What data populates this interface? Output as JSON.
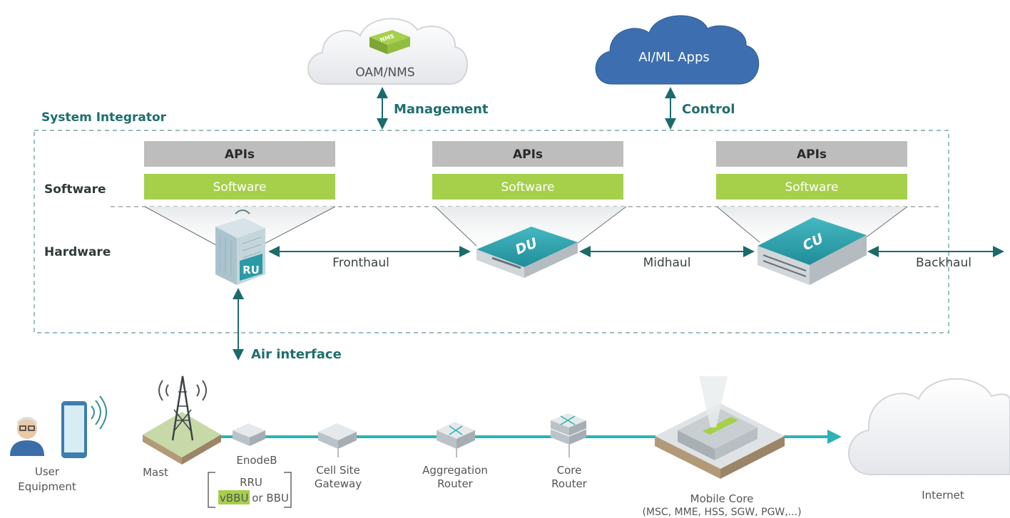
{
  "clouds": {
    "oam": {
      "label": "OAM/NMS",
      "device_label": "NMS"
    },
    "aiml": {
      "label": "AI/ML Apps"
    }
  },
  "links": {
    "management": "Management",
    "control": "Control",
    "air_interface": "Air interface",
    "fronthaul": "Fronthaul",
    "midhaul": "Midhaul",
    "backhaul": "Backhaul"
  },
  "system_integrator": "System Integrator",
  "layers": {
    "software": "Software",
    "hardware": "Hardware"
  },
  "stacks": [
    {
      "api": "APIs",
      "software": "Software",
      "device": "RU"
    },
    {
      "api": "APIs",
      "software": "Software",
      "device": "DU"
    },
    {
      "api": "APIs",
      "software": "Software",
      "device": "CU"
    }
  ],
  "bottom": {
    "user_equipment": [
      "User",
      "Equipment"
    ],
    "mast": "Mast",
    "enodeb": "EnodeB",
    "rru": "RRU",
    "vbbu": "vBBU",
    "or_bbu": " or BBU",
    "cell_site_gateway": [
      "Cell Site",
      "Gateway"
    ],
    "aggregation_router": [
      "Aggregation",
      "Router"
    ],
    "core_router": [
      "Core",
      "Router"
    ],
    "mobile_core": [
      "Mobile Core",
      "(MSC, MME, HSS, SGW, PGW,...)"
    ],
    "internet": "Internet"
  },
  "colors": {
    "teal": "#1b6b6b",
    "teal_text": "#1f6e6e",
    "green": "#a6cf4a",
    "api_gray": "#bdbdbd",
    "blue_cloud": "#3d6fb0",
    "device_teal": "#2a9aa6",
    "line_teal": "#2bb3b3"
  }
}
